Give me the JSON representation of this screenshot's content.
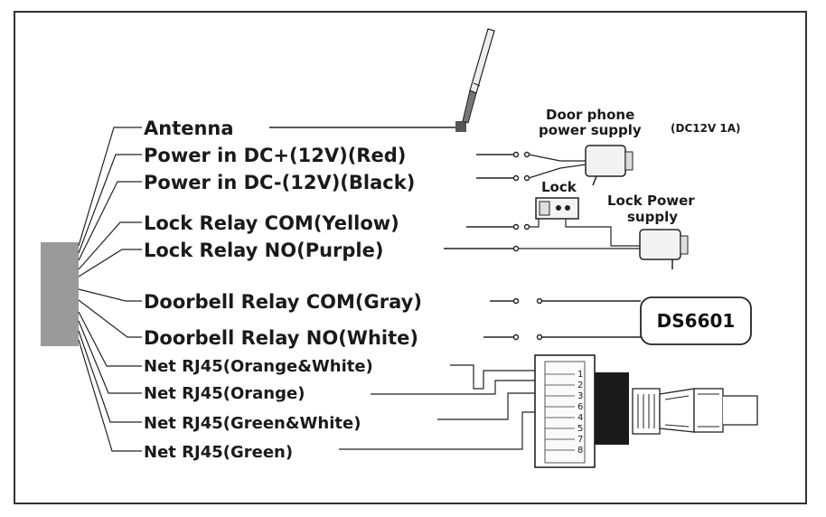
{
  "wires": [
    {
      "label": "Antenna"
    },
    {
      "label": "Power in DC+(12V)(Red)"
    },
    {
      "label": "Power in DC-(12V)(Black)"
    },
    {
      "label": "Lock Relay COM(Yellow)"
    },
    {
      "label": "Lock Relay NO(Purple)"
    },
    {
      "label": "Doorbell Relay COM(Gray)"
    },
    {
      "label": "Doorbell Relay NO(White)"
    },
    {
      "label": "Net RJ45(Orange&White)"
    },
    {
      "label": "Net RJ45(Orange)"
    },
    {
      "label": "Net RJ45(Green&White)"
    },
    {
      "label": "Net RJ45(Green)"
    }
  ],
  "devices": {
    "door_phone_psu": {
      "line1": "Door phone",
      "line2": "power supply",
      "rating": "(DC12V 1A)"
    },
    "lock": {
      "label": "Lock"
    },
    "lock_psu": {
      "line1": "Lock Power",
      "line2": "supply"
    },
    "ds": {
      "label": "DS6601"
    }
  },
  "rj45_pins": [
    "1",
    "2",
    "3",
    "6",
    "4",
    "5",
    "7",
    "8"
  ]
}
